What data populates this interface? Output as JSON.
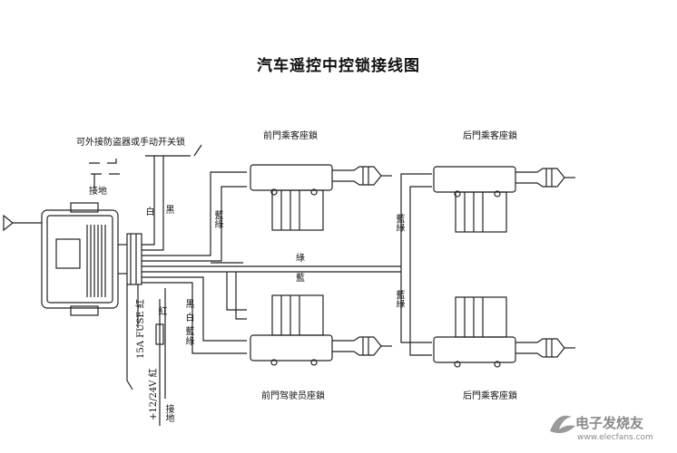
{
  "title": "汽车遥控中控锁接线图",
  "labels": {
    "alarm_switch": "可外接防盗器或手动开关锁",
    "ground_top": "接地",
    "front_passenger_lock": "前門乘客座鎖",
    "rear_passenger_lock_top": "后門乘客座鎖",
    "front_driver_lock": "前門驾驶员座鎖",
    "rear_passenger_lock_bottom": "后門乘客座鎖",
    "wire_green": "綠",
    "wire_blue": "藍",
    "wire_white": "白",
    "wire_black": "黑",
    "wire_red": "紅",
    "wire_blue_green_1": "藍綠",
    "wire_blue_green_2": "藍綠",
    "wire_blue_green_3": "藍綠",
    "wire_group_driver": "黑 白 藍綠",
    "fuse": "15A FUSE 紅",
    "power": "+12/24V 紅",
    "ground_bottom": "接地"
  },
  "watermark": {
    "brand": "电子发烧友",
    "url": "www.elecfans.com"
  },
  "colors": {
    "line": "#222222",
    "text": "#111111",
    "watermark": "#8a8a8a"
  }
}
